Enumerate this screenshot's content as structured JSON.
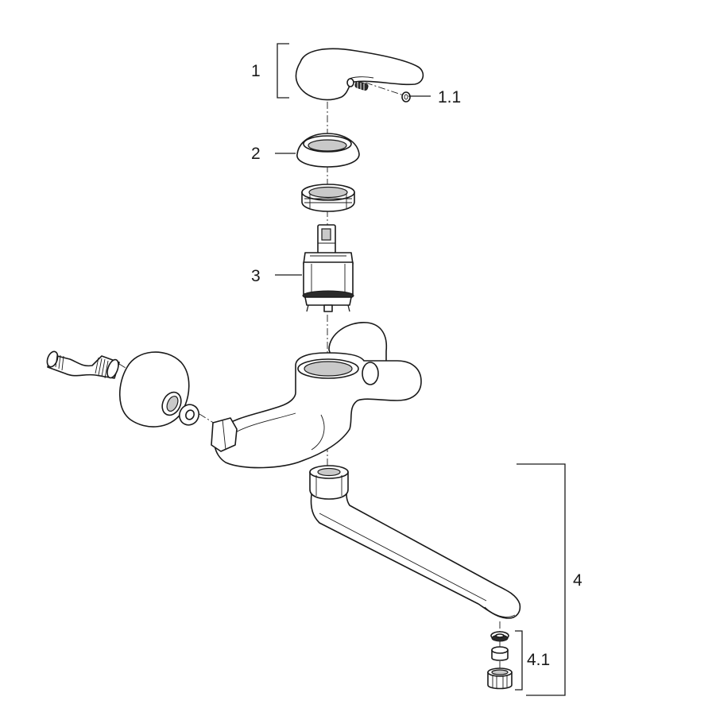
{
  "labels": {
    "handle": "1",
    "grub_screw": "1.1",
    "cover_cap": "2",
    "cartridge": "3",
    "spout": "4",
    "aerator": "4.1"
  }
}
